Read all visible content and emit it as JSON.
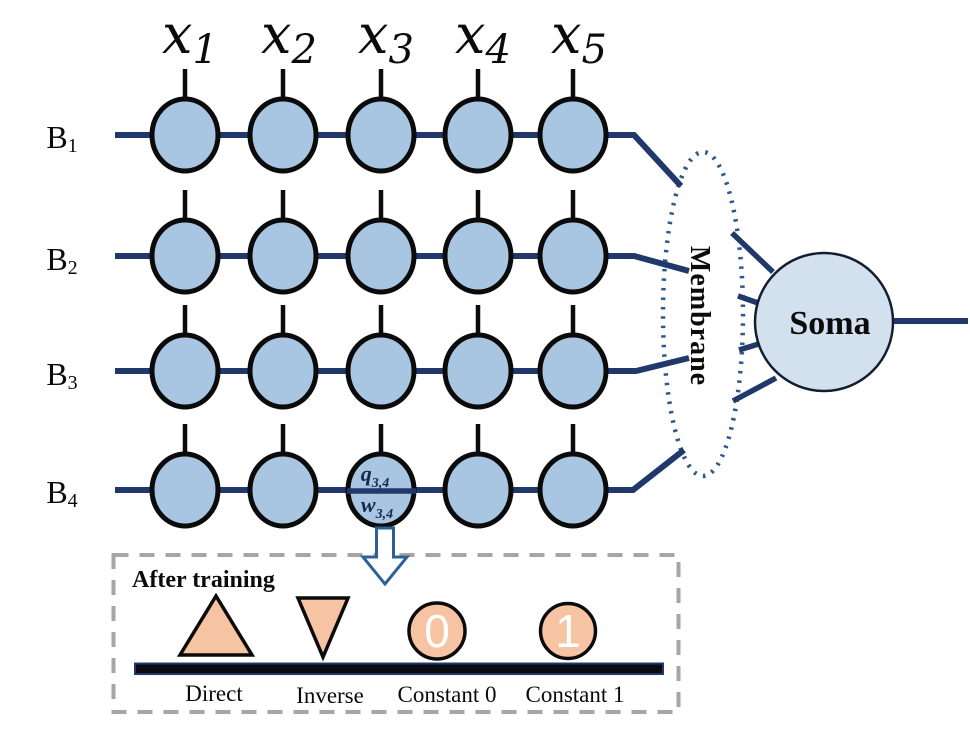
{
  "diagram": {
    "inputs": [
      {
        "base": "x",
        "sub": "1"
      },
      {
        "base": "x",
        "sub": "2"
      },
      {
        "base": "x",
        "sub": "3"
      },
      {
        "base": "x",
        "sub": "4"
      },
      {
        "base": "x",
        "sub": "5"
      }
    ],
    "branches": [
      {
        "base": "B",
        "sub": "1"
      },
      {
        "base": "B",
        "sub": "2"
      },
      {
        "base": "B",
        "sub": "3"
      },
      {
        "base": "B",
        "sub": "4"
      }
    ],
    "membrane_label": "Membrane",
    "soma_label": "Soma",
    "synapse_detail": {
      "numerator": "q",
      "numerator_sub": "3,4",
      "denominator": "w",
      "denominator_sub": "3,4"
    },
    "legend": {
      "title": "After training",
      "items": [
        {
          "symbol": "triangle-up",
          "label": "Direct"
        },
        {
          "symbol": "triangle-down",
          "label": "Inverse"
        },
        {
          "symbol": "circle-digit",
          "symbol_text": "0",
          "label": "Constant 0"
        },
        {
          "symbol": "circle-digit",
          "symbol_text": "1",
          "label": "Constant 1"
        }
      ]
    },
    "colors": {
      "line_navy": "#20396a",
      "synapse_fill": "#a8c6e2",
      "soma_fill": "#d3e1ee",
      "membrane_dot": "#2d5a8e",
      "peach": "#f6c3a3",
      "legend_border": "#a6a6a6",
      "arrow_blue": "#2e6096",
      "qw_text": "#16294a"
    }
  }
}
